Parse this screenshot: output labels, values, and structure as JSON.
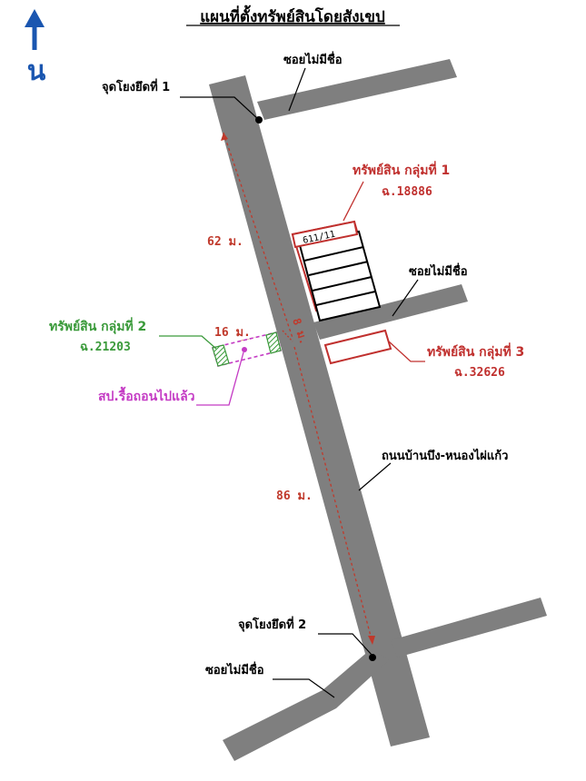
{
  "title": "แผนที่ตั้งทรัพย์สินโดยสังเขป",
  "north": {
    "arrow_icon": "north-arrow-icon",
    "letter": "น",
    "color": "#1a56b0"
  },
  "roads": {
    "main_road_label": "ถนนบ้านบึง-หนองไผ่แก้ว",
    "soi_top_label": "ซอยไม่มีชื่อ",
    "soi_mid_label": "ซอยไม่มีชื่อ",
    "soi_bottom_label": "ซอยไม่มีชื่อ",
    "road_color": "#7f7f7f"
  },
  "reference_points": {
    "point1": "จุดโยงยึดที่ 1",
    "point2": "จุดโยงยึดที่ 2"
  },
  "distances": {
    "d62": "62 ม.",
    "d86": "86 ม.",
    "d16": "16 ม.",
    "d8": "8 ม.",
    "dash_color": "#c0392b"
  },
  "assets": {
    "group1": {
      "title": "ทรัพย์สิน กลุ่มที่ 1",
      "deed": "ฉ.18886",
      "house_no": "611/11",
      "color": "#c0302e"
    },
    "group2": {
      "title": "ทรัพย์สิน กลุ่มที่ 2",
      "deed": "ฉ.21203",
      "color": "#3a9a3a"
    },
    "group3": {
      "title": "ทรัพย์สิน กลุ่มที่ 3",
      "deed": "ฉ.32626",
      "color": "#c0302e"
    }
  },
  "note": {
    "text": "สป.รื้อถอนไปแล้ว",
    "color": "#c43bc4"
  }
}
